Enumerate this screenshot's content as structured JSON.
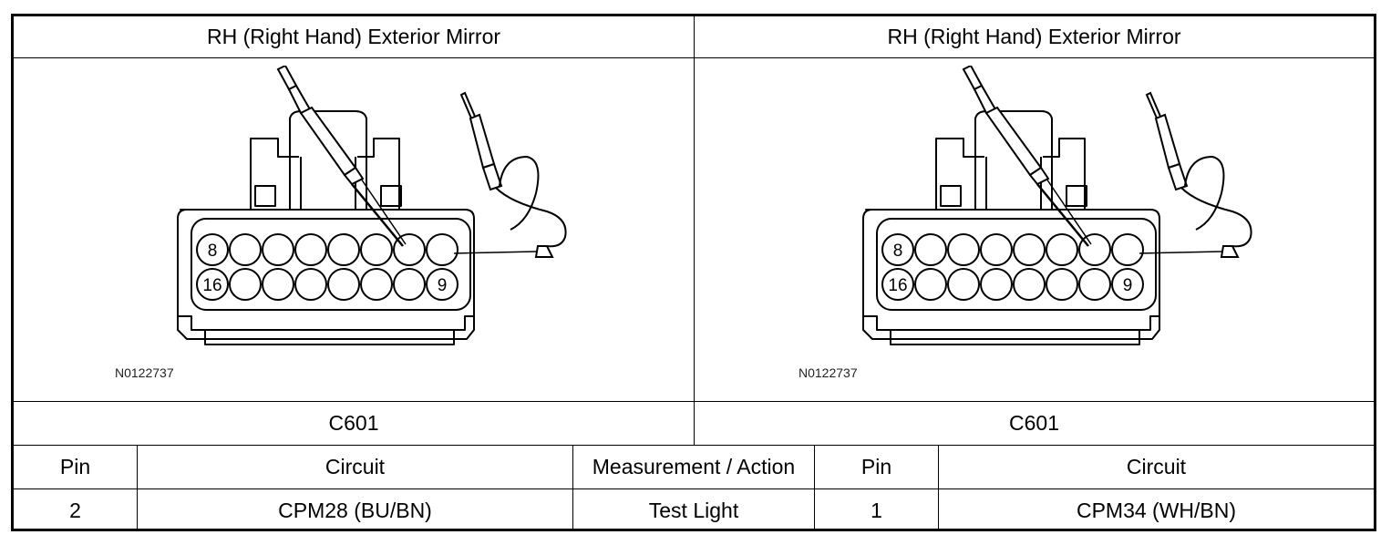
{
  "panels": [
    {
      "title": "RH (Right Hand) Exterior Mirror",
      "figure_id": "N0122737",
      "connector": "C601",
      "pin_labels": {
        "top_left": "8",
        "bottom_left": "16",
        "bottom_right": "9"
      }
    },
    {
      "title": "RH (Right Hand) Exterior Mirror",
      "figure_id": "N0122737",
      "connector": "C601",
      "pin_labels": {
        "top_left": "8",
        "bottom_left": "16",
        "bottom_right": "9"
      }
    }
  ],
  "table": {
    "headers": [
      "Pin",
      "Circuit",
      "Measurement / Action",
      "Pin",
      "Circuit"
    ],
    "rows": [
      [
        "2",
        "CPM28 (BU/BN)",
        "Test Light",
        "1",
        "CPM34 (WH/BN)"
      ]
    ]
  }
}
